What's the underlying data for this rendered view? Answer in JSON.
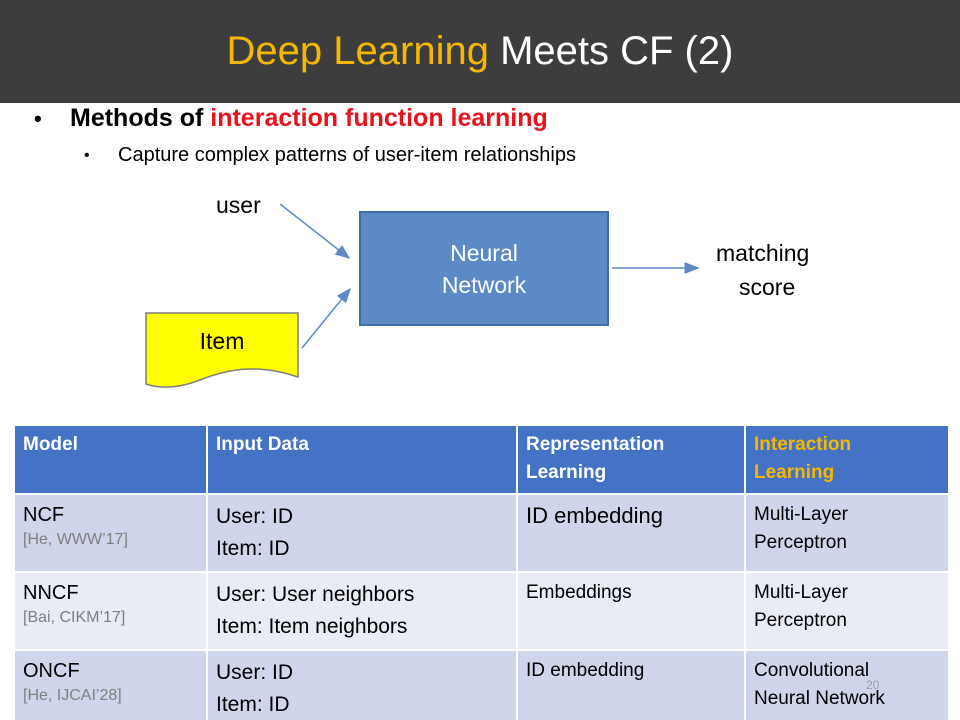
{
  "title": {
    "highlight": "Deep Learning",
    "rest": " Meets CF (2)"
  },
  "bullets": {
    "main_prefix": "Methods of ",
    "main_highlight": "interaction function learning",
    "sub": "Capture complex patterns of user-item relationships"
  },
  "diagram": {
    "user_label": "user",
    "item_label": "Item",
    "nn_line1": "Neural",
    "nn_line2": "Network",
    "out_line1": "matching",
    "out_line2": "score"
  },
  "table": {
    "headers": {
      "model": "Model",
      "input": "Input Data",
      "rep_line1": "Representation",
      "rep_line2": "Learning",
      "inter_line1": "Interaction",
      "inter_line2": "Learning"
    },
    "rows": [
      {
        "model": "NCF",
        "ref": "[He, WWW’17]",
        "input1": "User: ID",
        "input2": "Item: ID",
        "rep": "ID embedding",
        "inter1": "Multi-Layer",
        "inter2": "Perceptron"
      },
      {
        "model": "NNCF",
        "ref": "[Bai, CIKM’17]",
        "input1": "User: User neighbors",
        "input2": "Item: Item neighbors",
        "rep": "Embeddings",
        "inter1": "Multi-Layer",
        "inter2": "Perceptron"
      },
      {
        "model": "ONCF",
        "ref": "[He, IJCAI’28]",
        "input1": "User: ID",
        "input2": "Item: ID",
        "rep": "ID embedding",
        "inter1": "Convolutional",
        "inter2": "Neural Network"
      }
    ]
  },
  "page_number": "20",
  "colors": {
    "title_bar": "#3d3d3d",
    "title_highlight": "#f5b800",
    "red_highlight": "#e8131a",
    "nn_box": "#5b8ac7",
    "item_doc": "#ffff00",
    "table_header": "#4472c4",
    "row_dark": "#cfd5ea",
    "row_light": "#e9ebf5"
  }
}
